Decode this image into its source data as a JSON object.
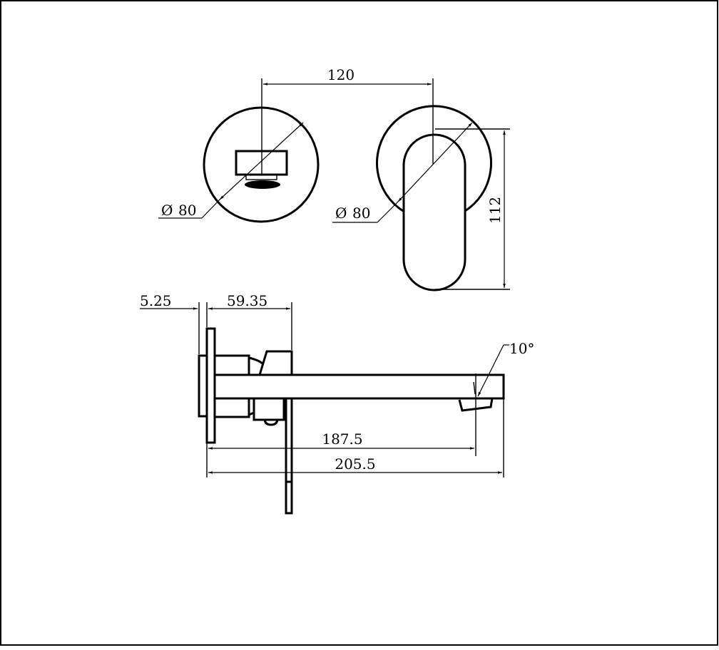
{
  "drawing": {
    "type": "technical-drawing",
    "subject": "wall-mounted basin mixer with spout",
    "colors": {
      "line": "#000000",
      "background": "#ffffff"
    },
    "views": {
      "front_left": {
        "name": "spout cover plate (front view)",
        "diameter_label": "Ø80"
      },
      "front_right": {
        "name": "mixer cover plate with lever (front view)",
        "diameter_label": "Ø80",
        "height_label": "112"
      },
      "side": {
        "name": "side elevation",
        "angle_label": "10°"
      }
    },
    "dimensions": {
      "center_distance": "120",
      "left_diameter_symbol": "Ø",
      "left_diameter_value": "80",
      "right_diameter_symbol": "Ø",
      "right_diameter_value": "80",
      "lever_height": "112",
      "plate_offset": "5.25",
      "body_depth": "59.35",
      "spout_angle": "10°",
      "spout_outlet_reach": "187.5",
      "total_reach": "205.5"
    }
  }
}
